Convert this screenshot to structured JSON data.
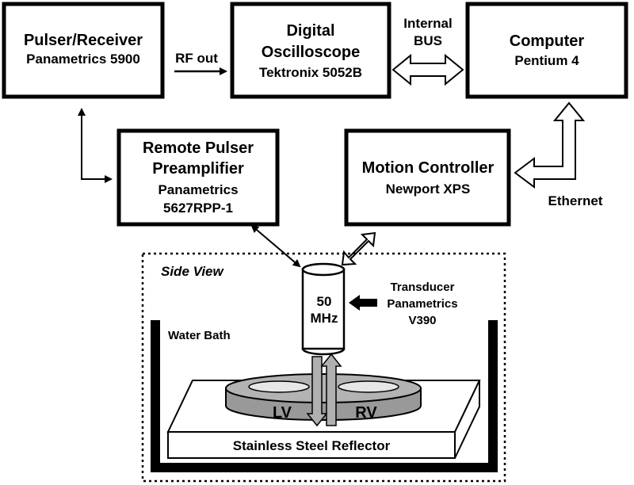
{
  "boxes": {
    "pulser": {
      "title": "Pulser/Receiver",
      "model": "Panametrics 5900"
    },
    "oscilloscope": {
      "title_line1": "Digital",
      "title_line2": "Oscilloscope",
      "model": "Tektronix 5052B"
    },
    "computer": {
      "title": "Computer",
      "model": "Pentium 4"
    },
    "preamp": {
      "title_line1": "Remote Pulser",
      "title_line2": "Preamplifier",
      "model_line1": "Panametrics",
      "model_line2": "5627RPP-1"
    },
    "motion": {
      "title": "Motion Controller",
      "model": "Newport XPS"
    }
  },
  "labels": {
    "rf_out": "RF out",
    "internal_bus_line1": "Internal",
    "internal_bus_line2": "BUS",
    "ethernet": "Ethernet"
  },
  "side_view": {
    "title": "Side View",
    "water_bath": "Water Bath",
    "transducer_freq_line1": "50",
    "transducer_freq_line2": "MHz",
    "transducer_label_line1": "Transducer",
    "transducer_label_line2": "Panametrics",
    "transducer_label_line3": "V390",
    "lv": "LV",
    "rv": "RV",
    "reflector": "Stainless Steel Reflector"
  },
  "colors": {
    "stroke": "#000000",
    "sample_fill": "#999999",
    "sample_top": "#b3b3b3",
    "beam_fill": "#b0b0b0"
  }
}
